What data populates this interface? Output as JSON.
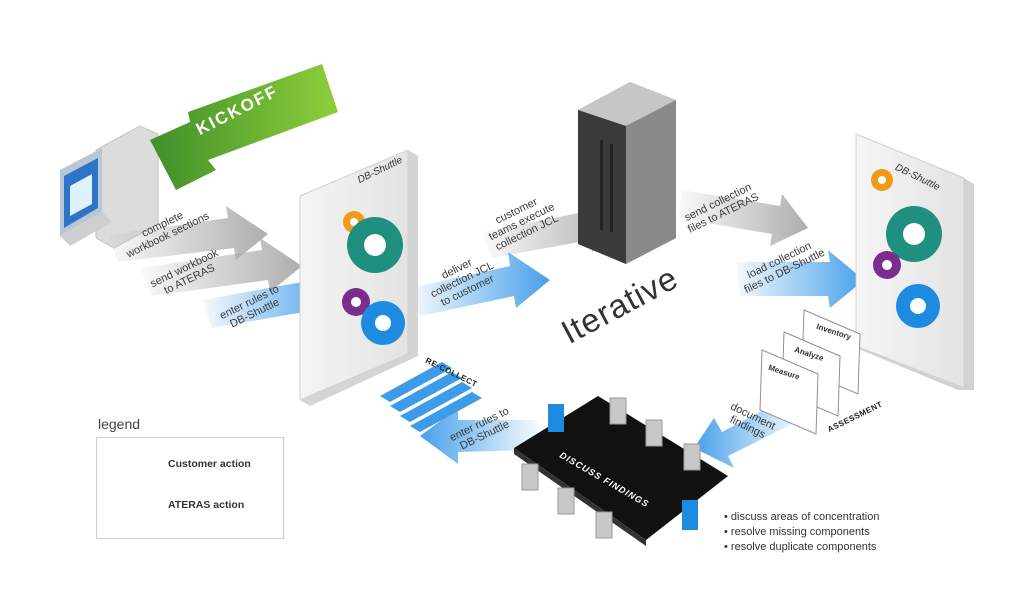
{
  "kickoff": "KICKOFF",
  "iterative": "Iterative",
  "brand_left": "DB-Shuttle",
  "brand_right": "DB-Shuttle",
  "steps": {
    "complete_workbook": "complete\nworkbook sections",
    "send_workbook": "send workbook\nto ATERAS",
    "enter_rules_1": "enter rules to\nDB-Shuttle",
    "deliver_jcl": "deliver\ncollection JCL\nto customer",
    "customer_execute": "customer\nteams execute\ncollection JCL",
    "send_collection": "send collection\nfiles to ATERAS",
    "load_collection": "load collection\nfiles to DB-Shuttle",
    "document_findings": "document\nfindings",
    "enter_rules_2": "enter rules to\nDB-Shuttle"
  },
  "tags": {
    "recollect": "RE-COLLECT",
    "assessment": "ASSESSMENT",
    "discuss": "DISCUSS FINDINGS"
  },
  "documents": [
    "Inventory",
    "Analyze",
    "Measure"
  ],
  "bullets": [
    "• discuss areas of concentration",
    "• resolve missing components",
    "• resolve duplicate components"
  ],
  "legend": {
    "title": "legend",
    "items": [
      {
        "label": "Customer action",
        "color": "#a9a9a9"
      },
      {
        "label": "ATERAS action",
        "color": "#3d9be9"
      }
    ]
  },
  "colors": {
    "customer": "#a9a9a9",
    "ateras": "#3d9be9",
    "kickoff": "#5aa83a",
    "gear_teal": "#1f8f7f",
    "gear_orange": "#f09a1a",
    "gear_purple": "#7b2d8e",
    "gear_blue": "#1c8be0"
  }
}
